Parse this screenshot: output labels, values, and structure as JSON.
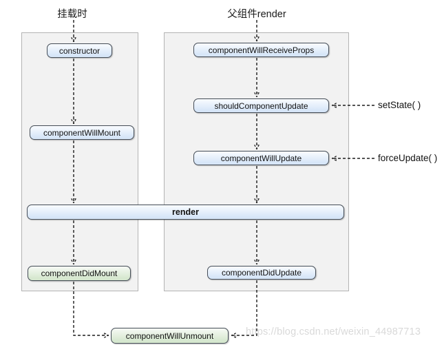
{
  "diagram": {
    "top_labels": {
      "mount": "挂载时",
      "parent_render": "父组件render"
    },
    "mount_column": {
      "constructor": "constructor",
      "will_mount": "componentWillMount",
      "did_mount": "componentDidMount"
    },
    "update_column": {
      "will_receive_props": "componentWillReceiveProps",
      "should_update": "shouldComponentUpdate",
      "will_update": "componentWillUpdate",
      "did_update": "componentDidUpdate"
    },
    "shared": {
      "render": "render",
      "will_unmount": "componentWillUnmount"
    },
    "annotations": {
      "set_state": "setState( )",
      "force_update": "forceUpdate( )"
    },
    "watermark": "https://blog.csdn.net/weixin_44987713",
    "colors": {
      "box_blue": "#d7e6f8",
      "box_green": "#d6e8cf",
      "box_border": "#444c56",
      "panel_bg": "#f2f2f2",
      "panel_border": "#b3b3b3",
      "watermark": "#d9d9d9"
    }
  }
}
